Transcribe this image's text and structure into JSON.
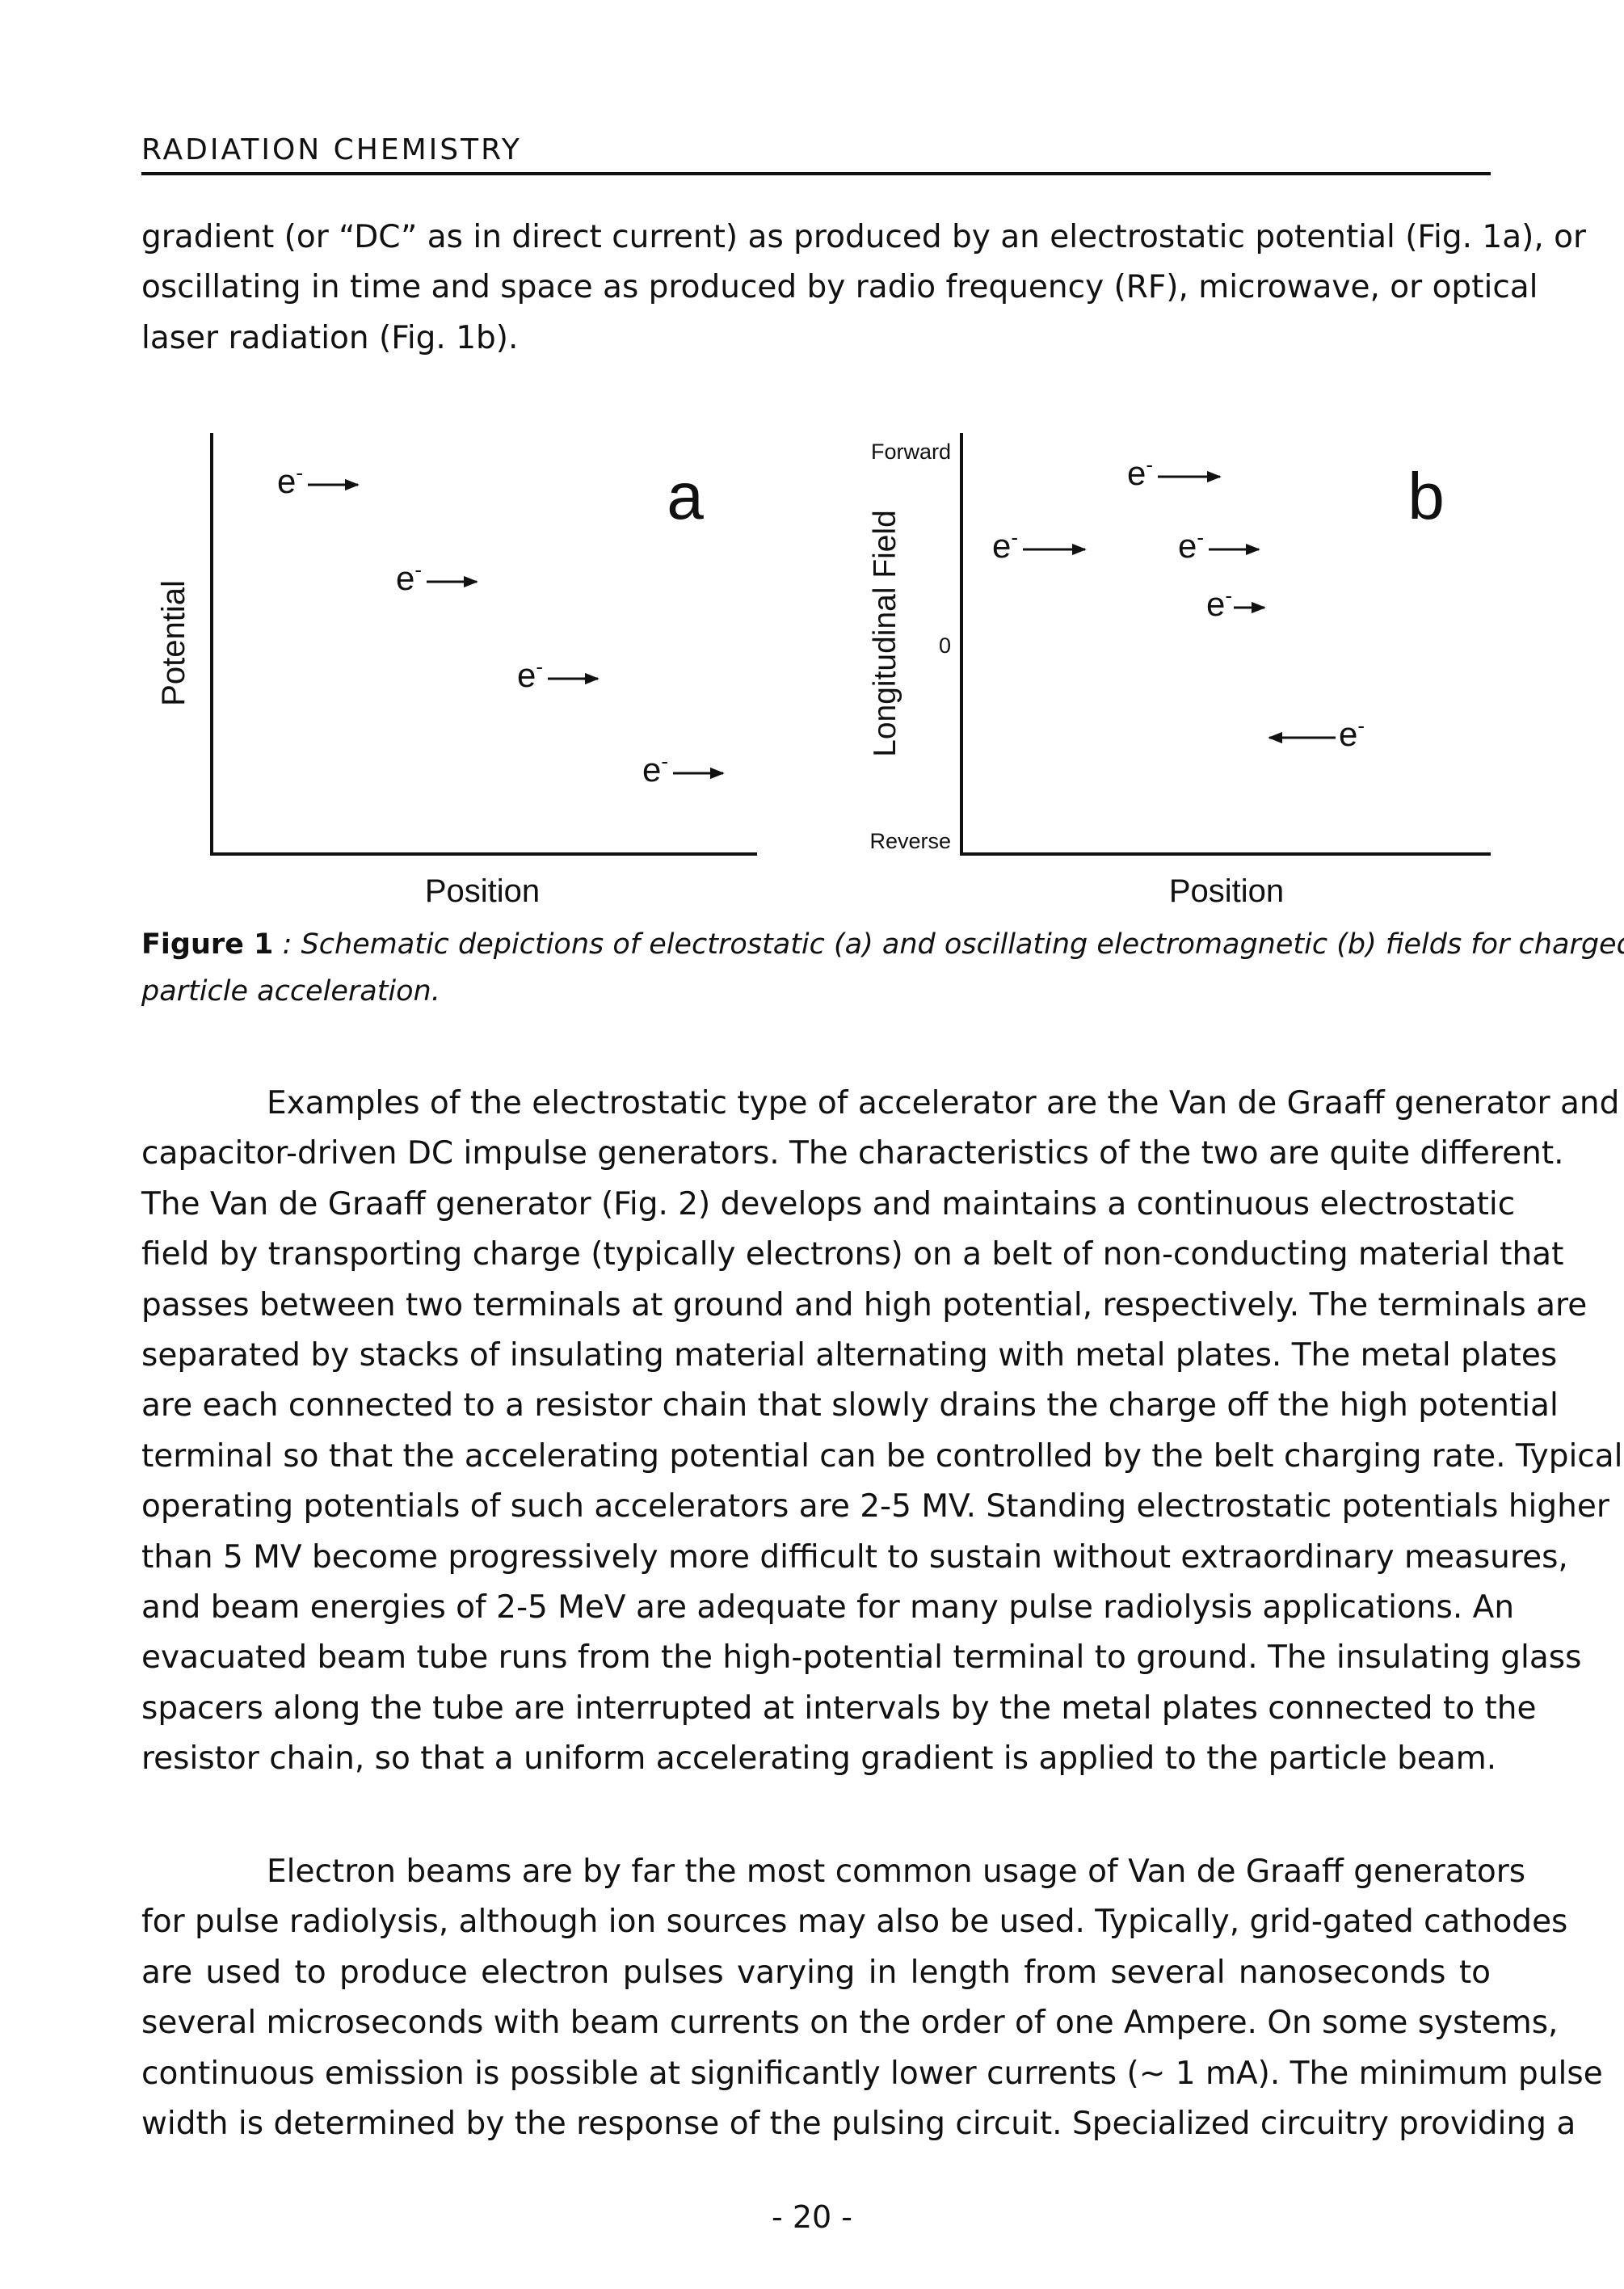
{
  "running_head": "RADIATION CHEMISTRY",
  "intro_paragraph": {
    "lines": [
      "gradient (or “DC” as in direct current) as produced by an electrostatic potential (Fig. 1a), or",
      "oscillating in time and space as produced by radio frequency (RF), microwave, or optical",
      "laser radiation (Fig. 1b)."
    ]
  },
  "figure": {
    "panel_a": {
      "letter": "a",
      "y_label": "Potential",
      "x_label": "Position",
      "electron_label": "e",
      "electron_charge": "-"
    },
    "panel_b": {
      "letter": "b",
      "y_label": "Longitudinal Field",
      "x_label": "Position",
      "tick_top": "Forward",
      "tick_mid": "0",
      "tick_bottom": "Reverse",
      "electron_label": "e",
      "electron_charge": "-"
    }
  },
  "caption": {
    "label": "Figure 1",
    "separator": ":",
    "line1": "Schematic depictions of electrostatic (a) and oscillating electromagnetic (b) fields for charged",
    "line2": "particle acceleration."
  },
  "body_paragraph_1": {
    "lines": [
      "Examples of the electrostatic type of accelerator are the Van de Graaff generator and",
      "capacitor-driven DC impulse generators. The characteristics of the two are quite different.",
      "The Van de Graaff generator (Fig. 2) develops and maintains a continuous electrostatic",
      "field by transporting charge (typically electrons) on a belt of non-conducting material that",
      "passes between two terminals at ground and high potential, respectively. The terminals are",
      "separated by stacks of insulating material alternating with metal plates. The metal plates",
      "are each connected to a resistor chain that slowly drains the charge off the high potential",
      "terminal so that the accelerating potential can be controlled by the belt charging rate. Typical",
      "operating potentials of such accelerators are 2-5 MV. Standing electrostatic potentials higher",
      "than 5 MV become progressively more difficult to sustain without extraordinary measures,",
      "and beam energies of 2-5 MeV are adequate for many pulse radiolysis applications. An",
      "evacuated beam tube runs from the high-potential terminal to ground. The insulating glass",
      "spacers along the tube are interrupted at intervals by the metal plates connected to the",
      "resistor chain, so that a uniform accelerating gradient is applied to the particle beam."
    ]
  },
  "body_paragraph_2": {
    "lines": [
      "Electron beams are by far the most common usage of Van de Graaff generators",
      "for pulse radiolysis, although ion sources may also be used. Typically, grid-gated cathodes",
      "are used to produce electron pulses varying in length from several nanoseconds to",
      "several microseconds with beam currents on the order of one Ampere. On some systems,",
      "continuous emission is possible at significantly lower currents (~ 1 mA). The minimum pulse",
      "width is determined by the response of the pulsing circuit. Specialized circuitry providing a"
    ]
  },
  "page_number": "- 20 -"
}
